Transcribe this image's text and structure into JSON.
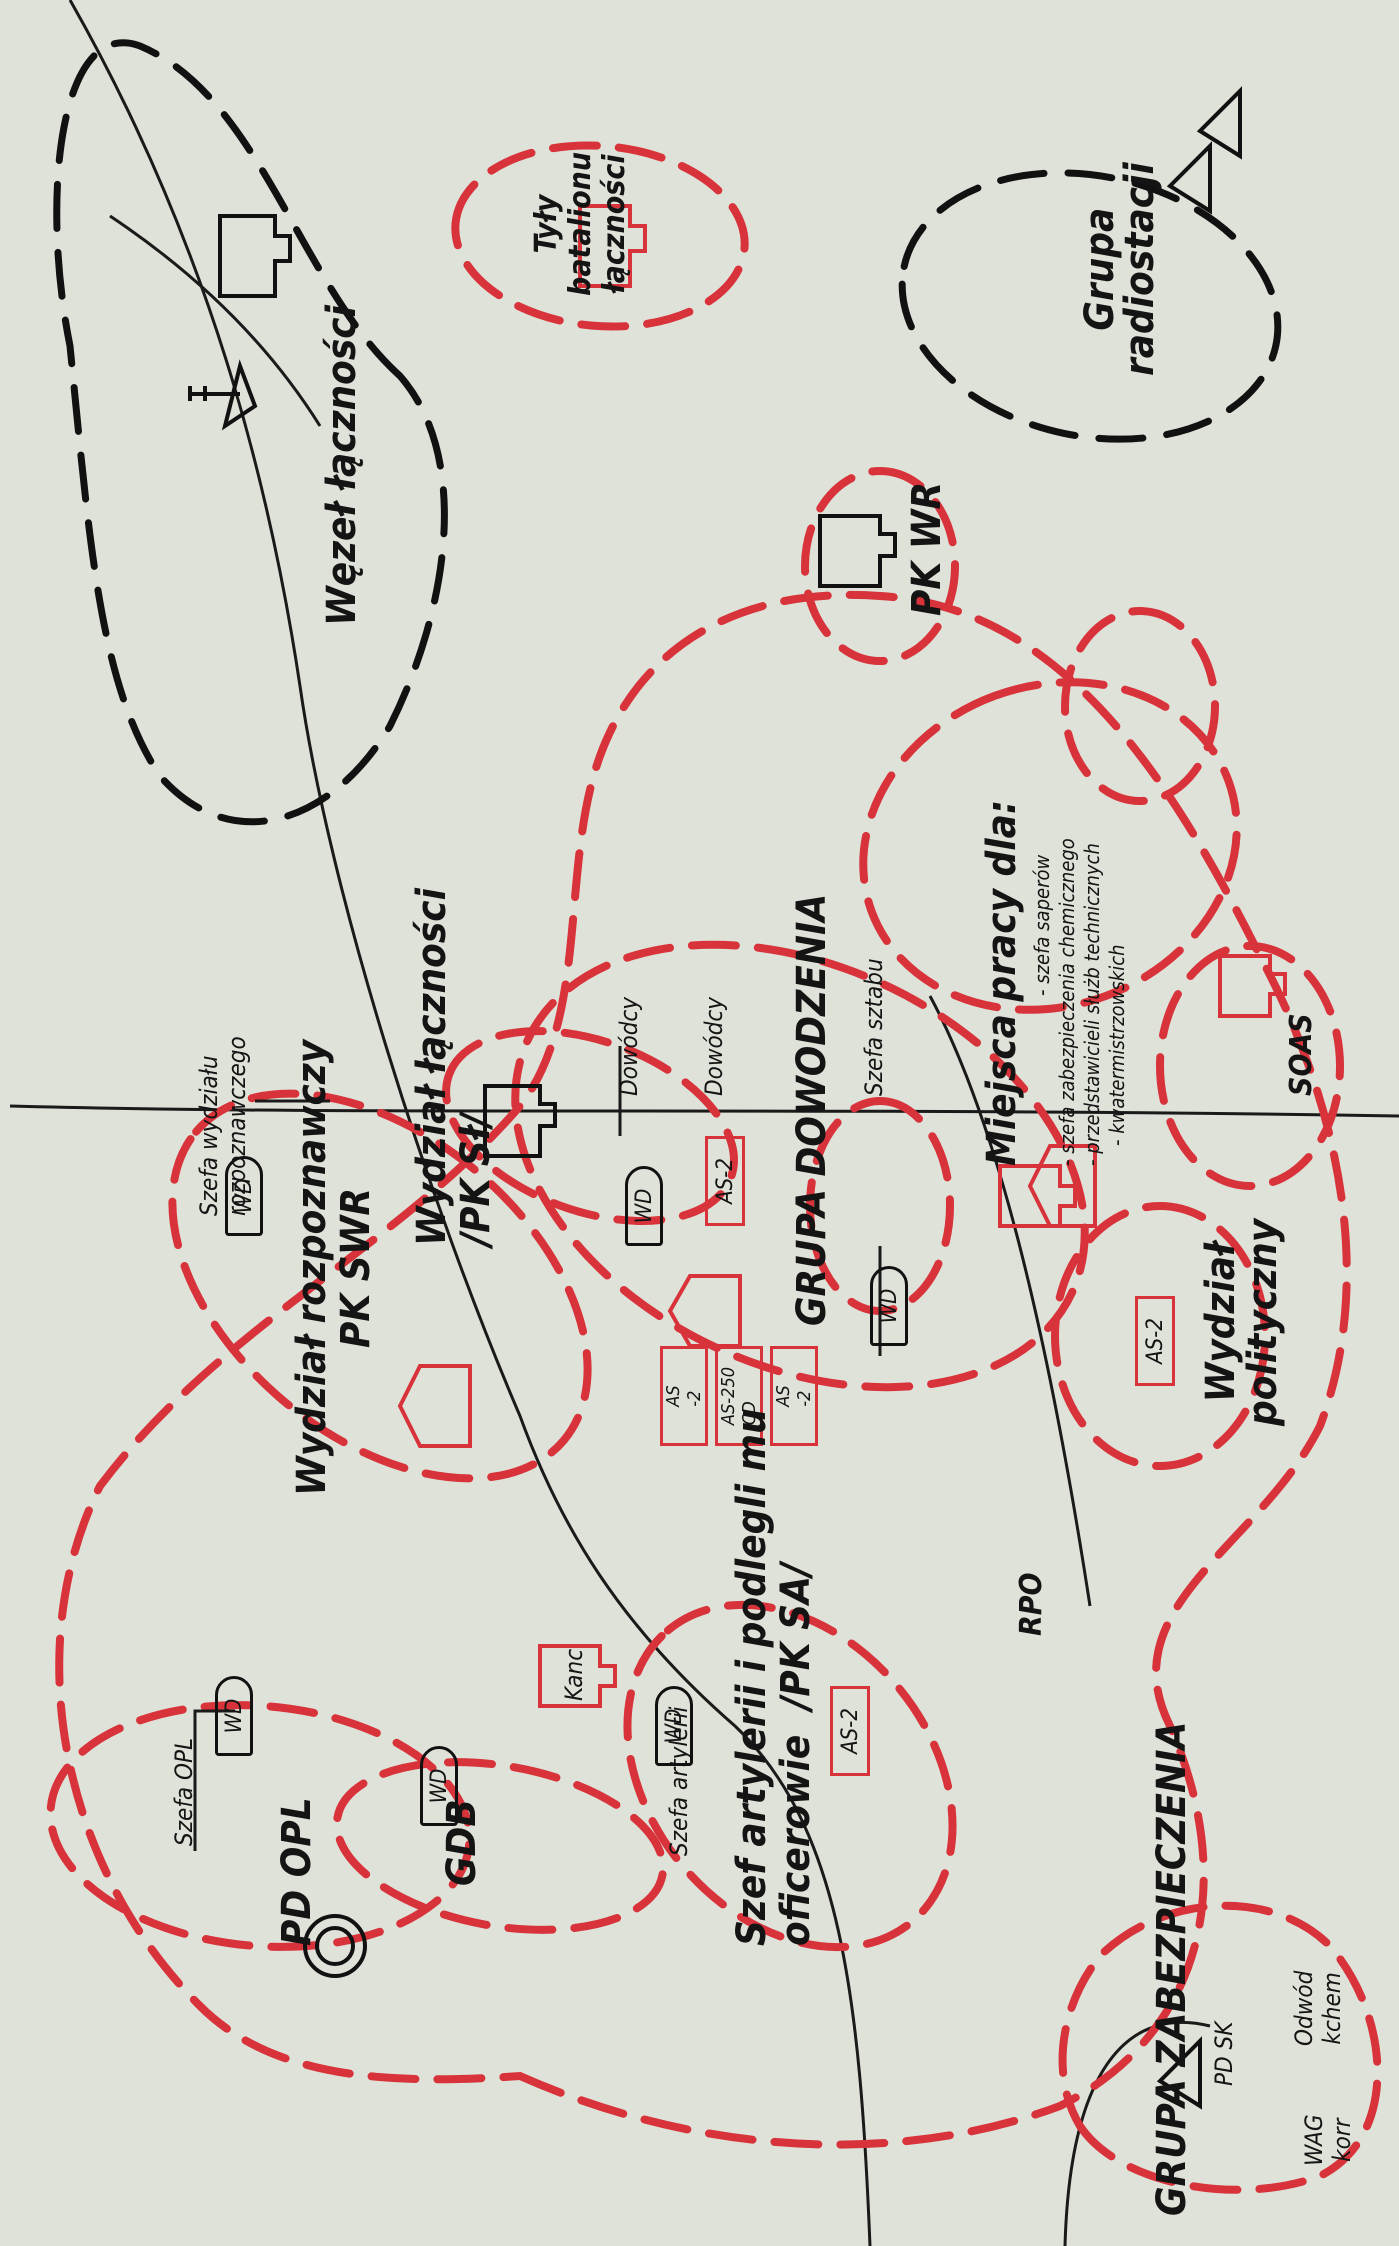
{
  "colors": {
    "paper": "#dfe2d9",
    "red": "#d8333a",
    "ink": "#111111"
  },
  "wezel": {
    "label": "Węzeł łączności",
    "icons": [
      "antenna-icon",
      "vehicle-icon"
    ]
  },
  "tyly": {
    "label": "Tyły\nbatalionu\nłączności"
  },
  "radiostacje": {
    "label": "Grupa\nradiostacji"
  },
  "pk_wr": {
    "label": "PK WR"
  },
  "miejsca": {
    "title": "Miejsca pracy dla:",
    "items": [
      "- szefa saperów",
      "- szefa zabezpieczenia chemicznego",
      "- przedstawicieli służb technicznych",
      "- kwatermistrzowskich"
    ]
  },
  "soas": {
    "label": "SOAS"
  },
  "polityczny": {
    "label": "Wydział\npolityczny",
    "as": "AS-2"
  },
  "rpo": {
    "label": "RPO"
  },
  "wydzial_lacznosci": {
    "label": "Wydział łączności\n/PK Sł/"
  },
  "wydzial_rozp": {
    "label": "Wydział rozpoznawczy\nPK SWR",
    "chief": "Szefa wydziału\nrozpoznawczego",
    "wd": "WD"
  },
  "grupa_dowodzenia": {
    "label": "GRUPA  DOWODZENIA",
    "dowodcy_1": "Dowódcy",
    "dowodcy_2": "Dowódcy",
    "szefa_sztabu": "Szefa sztabu",
    "wd": "WD",
    "as2": "AS-2",
    "as_left": "AS\n-2",
    "as250": "AS-250\nCD",
    "as_right": "AS\n-2"
  },
  "pd_opl": {
    "label": "PD OPL",
    "chief": "Szefa OPL",
    "wd": "WD"
  },
  "gdb": {
    "label": "GDB",
    "wd": "WD"
  },
  "kanc": {
    "label": "Kanc"
  },
  "artyleria": {
    "label": "Szef artylerii i podlegli mu\noficerowie  /PK SA/",
    "chief": "Szefa artylerii",
    "wd": "WD",
    "as": "AS-2"
  },
  "zabezpieczenia": {
    "label": "GRUPA ZABEZPIECZENIA",
    "pd_sk": "PD SK",
    "odwod": "Odwód\nkchem",
    "wag": "WAG\nkorr"
  }
}
